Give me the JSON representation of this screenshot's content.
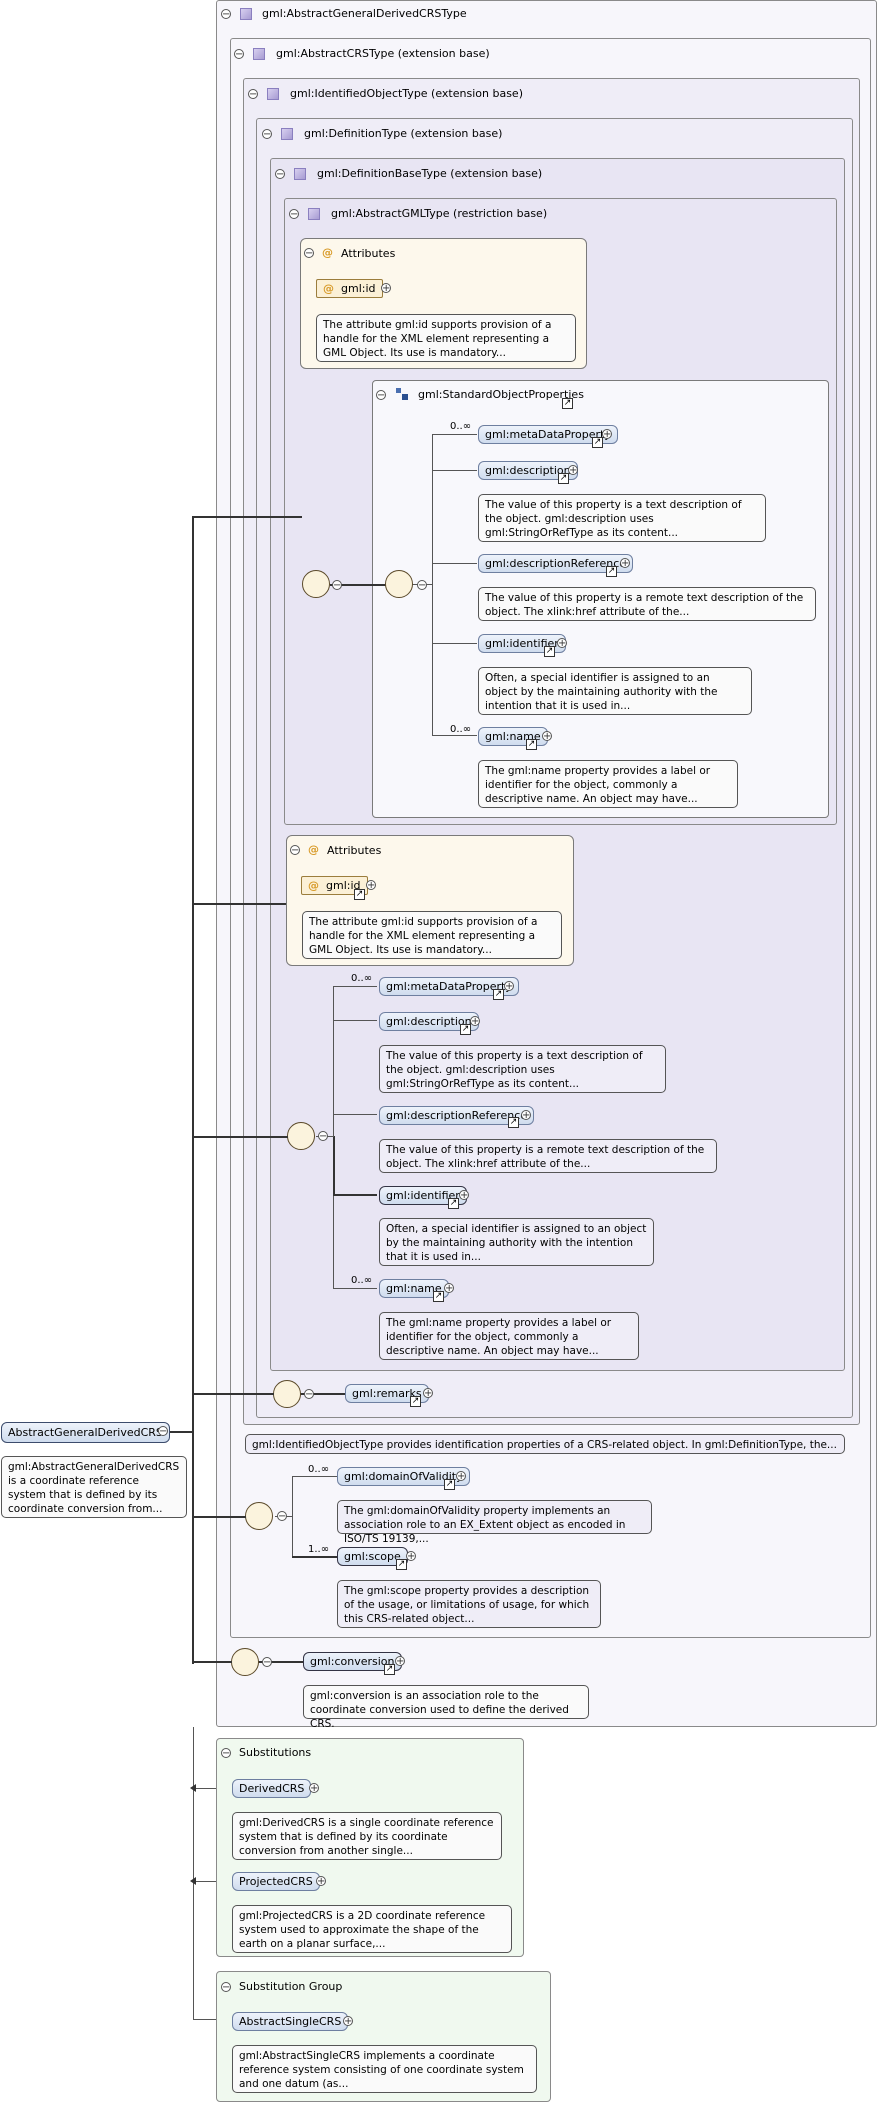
{
  "root": {
    "name": "AbstractGeneralDerivedCRS",
    "doc": "gml:AbstractGeneralDerivedCRS is a coordinate reference system that is defined by its coordinate conversion from..."
  },
  "types": {
    "t0": "gml:AbstractGeneralDerivedCRSType",
    "t1": "gml:AbstractCRSType (extension base)",
    "t2": "gml:IdentifiedObjectType (extension base)",
    "t3": "gml:DefinitionType (extension base)",
    "t4": "gml:DefinitionBaseType (extension base)",
    "t5": "gml:AbstractGMLType (restriction base)"
  },
  "attributes": {
    "label": "Attributes",
    "id_name": "gml:id",
    "id_doc": "The attribute gml:id supports provision of a handle for the XML element representing a GML Object. Its use is mandatory..."
  },
  "standard_props": {
    "label": "gml:StandardObjectProperties",
    "items": [
      {
        "name": "gml:metaDataProperty",
        "occ": "0..∞",
        "doc": ""
      },
      {
        "name": "gml:description",
        "occ": "",
        "doc": "The value of this property is a text description of the object. gml:description uses gml:StringOrRefType as its content..."
      },
      {
        "name": "gml:descriptionReference",
        "occ": "",
        "doc": "The value of this property is a remote text description of the object. The xlink:href attribute of the..."
      },
      {
        "name": "gml:identifier",
        "occ": "",
        "doc": "Often, a special identifier is assigned to an object by the maintaining authority with the intention that it is used in..."
      },
      {
        "name": "gml:name",
        "occ": "0..∞",
        "doc": "The gml:name property provides a label or identifier for the object, commonly a descriptive name. An object may have..."
      }
    ]
  },
  "remarks": "gml:remarks",
  "identified_doc": "gml:IdentifiedObjectType provides identification properties of a CRS-related object. In gml:DefinitionType, the...",
  "domain": {
    "name": "gml:domainOfValidity",
    "occ": "0..∞",
    "doc": "The gml:domainOfValidity property implements an association role to an EX_Extent object as encoded in ISO/TS 19139,..."
  },
  "scope": {
    "name": "gml:scope",
    "occ": "1..∞",
    "doc": "The gml:scope property provides a description of the usage, or limitations of usage, for which this CRS-related object..."
  },
  "conversion": {
    "name": "gml:conversion",
    "doc": "gml:conversion is an association role to the coordinate conversion used to define the derived CRS."
  },
  "substitutions": {
    "label": "Substitutions",
    "items": [
      {
        "name": "DerivedCRS",
        "doc": "gml:DerivedCRS is a single coordinate reference system that is defined by its coordinate conversion from another single..."
      },
      {
        "name": "ProjectedCRS",
        "doc": "gml:ProjectedCRS is a 2D coordinate reference system used to approximate the shape of the earth on a planar surface,..."
      }
    ]
  },
  "substitution_group": {
    "label": "Substitution Group",
    "name": "AbstractSingleCRS",
    "doc": "gml:AbstractSingleCRS implements a coordinate reference system consisting of one coordinate system and one datum (as..."
  },
  "colors": {
    "type_bg": "#f7f6fb",
    "attr_bg": "#fdf8ec",
    "subst_bg": "#f0f9ef",
    "element_bg": "#cfdcee"
  }
}
